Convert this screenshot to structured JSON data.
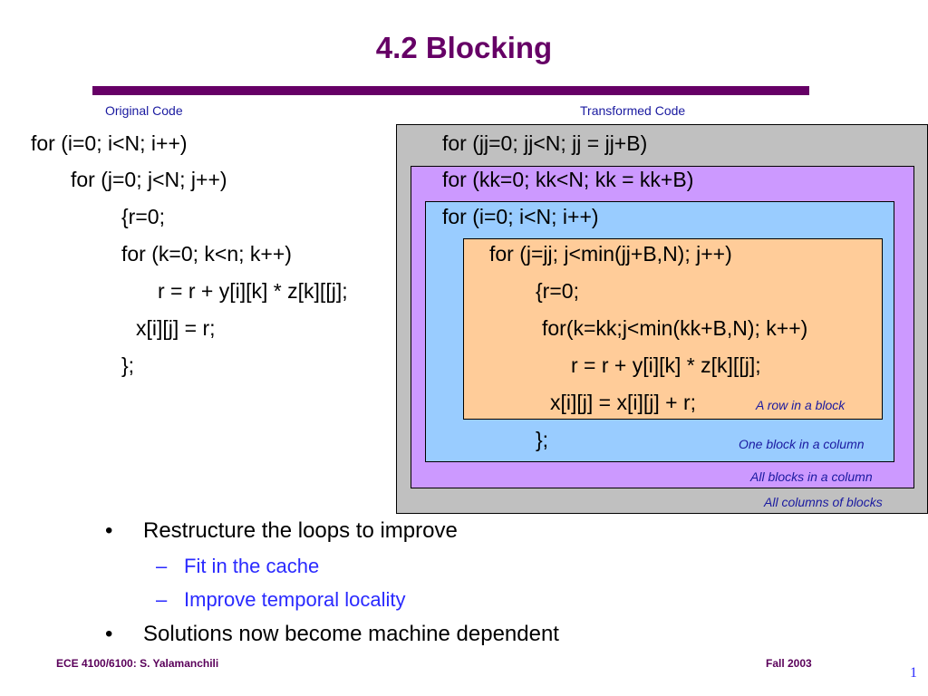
{
  "slide": {
    "title": "4.2 Blocking",
    "colors": {
      "title": "#660066",
      "rule": "#660066",
      "caption": "#1a1aa0",
      "outer_box": "#c0c0c0",
      "second_box": "#cc99ff",
      "third_box": "#99ccff",
      "inner_box": "#ffcc99"
    }
  },
  "original": {
    "caption": "Original Code",
    "lines": [
      "for (i=0; i<N; i++)",
      "for (j=0; j<N; j++)",
      "{r=0;",
      "for (k=0; k<n; k++)",
      "r = r + y[i][k] * z[k][[j];",
      "x[i][j] = r;",
      "};"
    ]
  },
  "transformed": {
    "caption": "Transformed Code",
    "lines": [
      "for (jj=0; jj<N; jj = jj+B)",
      "for (kk=0; kk<N; kk = kk+B)",
      "for (i=0; i<N; i++)",
      "for (j=jj; j<min(jj+B,N); j++)",
      "{r=0;",
      "for(k=kk;j<min(kk+B,N); k++)",
      "r = r + y[i][k] * z[k][[j];",
      "x[i][j] = x[i][j] + r;",
      "};"
    ],
    "box_labels": {
      "inner": "A row in a block",
      "third": "One block in a column",
      "second": "All blocks in a column",
      "outer": "All columns of blocks"
    }
  },
  "bullets": [
    {
      "text": "Restructure the loops to improve",
      "symbol": "•",
      "sub": [
        {
          "symbol": "–",
          "text": "Fit in the cache"
        },
        {
          "symbol": "–",
          "text": "Improve temporal locality"
        }
      ]
    },
    {
      "text": "Solutions now become machine dependent",
      "symbol": "•",
      "sub": []
    }
  ],
  "footer": {
    "left": "ECE 4100/6100: S. Yalamanchili",
    "right": "Fall 2003",
    "page": "1"
  }
}
